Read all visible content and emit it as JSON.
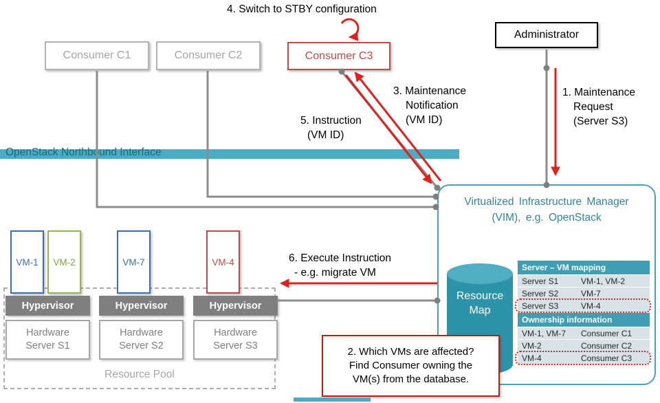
{
  "colors": {
    "teal_bar": "#4BACC6",
    "teal_header": "#3E9EB3",
    "teal_text": "#31849B",
    "red_arrow": "#E0201A",
    "red_box": "#BE4B48",
    "gray_line": "#8C8C8C",
    "gray_box": "#7F7F7F",
    "blue_vm": "#3C6FAE",
    "green_vm": "#94B64E"
  },
  "top": {
    "consumers": [
      {
        "label": "Consumer C1"
      },
      {
        "label": "Consumer C2"
      },
      {
        "label": "Consumer C3"
      }
    ],
    "administrator": "Administrator"
  },
  "northbound_label": "OpenStack Northbound Interface",
  "annotations": {
    "step1": [
      "1. Maintenance",
      "Request",
      "(Server S3)"
    ],
    "step2": [
      "2. Which VMs are affected?",
      "Find Consumer owning the",
      "VM(s) from the database."
    ],
    "step3": [
      "3. Maintenance",
      "Notification",
      "(VM ID)"
    ],
    "step4": "4. Switch to STBY configuration",
    "step5": [
      "5. Instruction",
      "(VM ID)"
    ],
    "step6": [
      "6. Execute Instruction",
      "- e.g. migrate VM"
    ]
  },
  "vim": {
    "title": [
      "Virtualized Infrastructure Manager",
      "(VIM), e.g. OpenStack"
    ],
    "resource_map": [
      "Resource",
      "Map"
    ],
    "server_vm_mapping": {
      "header": "Server – VM mapping",
      "rows": [
        {
          "col1": "Server S1",
          "col2": "VM-1, VM-2"
        },
        {
          "col1": "Server S2",
          "col2": "VM-7"
        },
        {
          "col1": "Server S3",
          "col2": "VM-4"
        }
      ]
    },
    "ownership": {
      "header": "Ownership information",
      "rows": [
        {
          "col1": "VM-1, VM-7",
          "col2": "Consumer C1"
        },
        {
          "col1": "VM-2",
          "col2": "Consumer C2"
        },
        {
          "col1": "VM-4",
          "col2": "Consumer C3"
        }
      ]
    }
  },
  "pool": {
    "label": "Resource Pool",
    "vms": [
      {
        "label": "VM-1",
        "color": "#3C6FAE"
      },
      {
        "label": "VM-2",
        "color": "#94B64E"
      },
      {
        "label": "VM-7",
        "color": "#3C6FAE"
      },
      {
        "label": "VM-4",
        "color": "#BE4B48"
      }
    ],
    "hypervisors": [
      "Hypervisor",
      "Hypervisor",
      "Hypervisor"
    ],
    "servers": [
      [
        "Hardware",
        "Server S1"
      ],
      [
        "Hardware",
        "Server S2"
      ],
      [
        "Hardware",
        "Server S3"
      ]
    ]
  }
}
